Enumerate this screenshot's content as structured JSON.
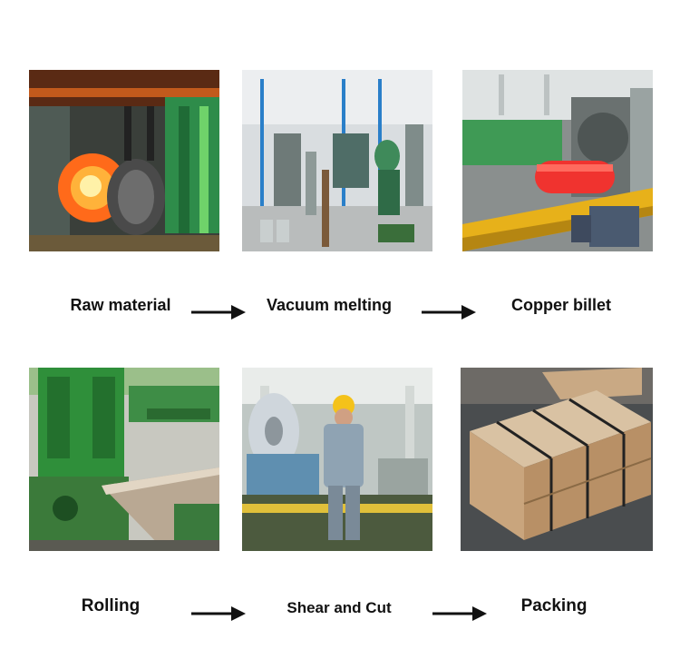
{
  "steps": [
    {
      "label": "Raw material",
      "image": "furnace-ladle-photo"
    },
    {
      "label": "Vacuum melting",
      "image": "vacuum-furnace-photo"
    },
    {
      "label": "Copper billet",
      "image": "hot-billet-photo"
    },
    {
      "label": "Rolling",
      "image": "rolling-mill-photo"
    },
    {
      "label": "Shear and Cut",
      "image": "worker-coils-photo"
    },
    {
      "label": "Packing",
      "image": "wooden-crate-photo"
    }
  ],
  "colors": {
    "text": "#111111",
    "arrow": "#111111",
    "background": "#ffffff"
  },
  "icons": {
    "arrow": "right-arrow-icon"
  }
}
